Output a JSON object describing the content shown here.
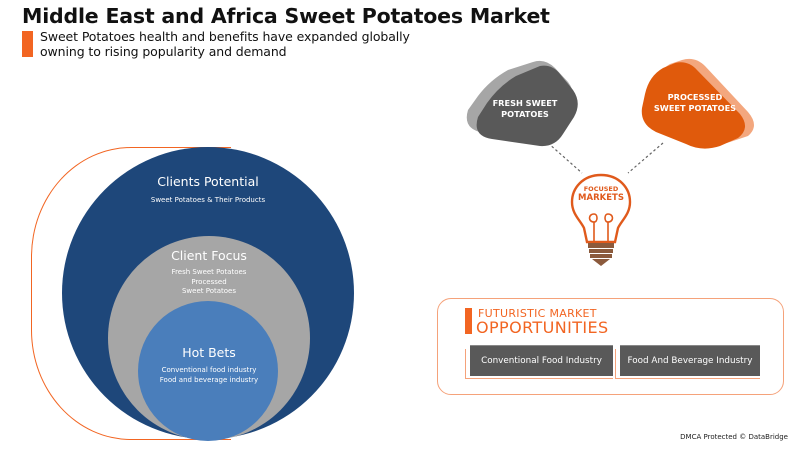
{
  "header": {
    "title": "Middle East and Africa Sweet Potatoes Market",
    "subtitle_line1": "Sweet Potatoes health and benefits have expanded globally",
    "subtitle_line2": "owning to rising popularity and demand",
    "accent_color": "#f26522"
  },
  "concentric_diagram": {
    "outer": {
      "title": "Clients Potential",
      "items": [
        "Sweet Potatoes & Their Products"
      ],
      "color": "#1e477a"
    },
    "middle": {
      "title": "Client Focus",
      "items": [
        "Fresh Sweet Potatoes",
        "Processed",
        "Sweet Potatoes"
      ],
      "color": "#a6a6a6"
    },
    "inner": {
      "title": "Hot Bets",
      "items": [
        "Conventional food industry",
        "Food and beverage  industry"
      ],
      "color": "#4a7ebb"
    }
  },
  "focused_markets": {
    "label_line1": "FOCUSED",
    "label_line2": "MARKETS",
    "segments": [
      {
        "line1": "FRESH SWEET",
        "line2": "POTATOES",
        "color": "#595959",
        "shadow": "#a6a6a6"
      },
      {
        "line1": "PROCESSED",
        "line2": "SWEET POTATOES",
        "color": "#e05a0c",
        "shadow": "#f3a77e"
      }
    ]
  },
  "opportunities": {
    "title_line1": "FUTURISTIC MARKET",
    "title_line2": "OPPORTUNITIES",
    "items": [
      "Conventional Food Industry",
      "Food And Beverage  Industry"
    ]
  },
  "footer": {
    "text": "DMCA Protected © DataBridge"
  }
}
